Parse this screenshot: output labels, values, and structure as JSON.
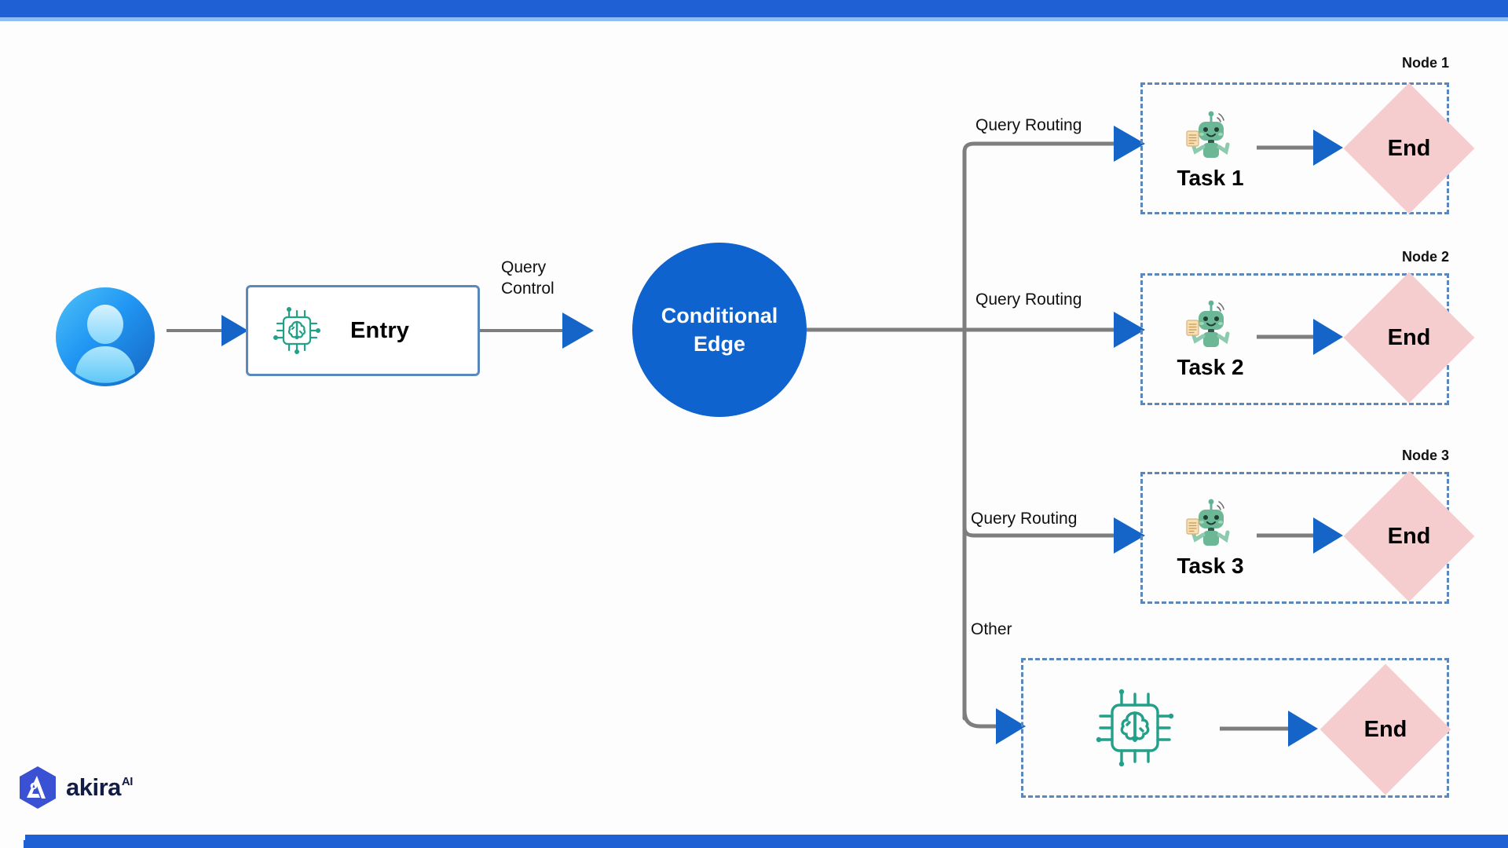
{
  "diagram": {
    "title": "Conditional Edge Query Routing Workflow",
    "colors": {
      "brand_blue": "#1f61d4",
      "brand_blue_light": "#8fbcf5",
      "node_circle_blue": "#0f63cf",
      "arrow_blue": "#1565c8",
      "dashed_border_blue": "#5a88bd",
      "solid_border_blue": "#5a88bd",
      "wire_gray": "#7e7e7e",
      "end_diamond_pink": "#f6cdce",
      "icon_teal": "#22a08a",
      "logo_navy": "#131c45",
      "logo_hex_blue": "#3b51d4"
    }
  },
  "start": {
    "avatar_icon": "user-avatar-icon"
  },
  "entry": {
    "label": "Entry",
    "icon": "ai-chip-brain-icon"
  },
  "conditional": {
    "line1": "Conditional",
    "line2": "Edge"
  },
  "edges": {
    "entry_to_conditional": "Query\nControl",
    "branch_labels": [
      "Query Routing",
      "Query Routing",
      "Query Routing",
      "Other"
    ]
  },
  "nodes": [
    {
      "title": "Node 1",
      "task_label": "Task 1",
      "task_icon": "robot-with-note-icon",
      "end_label": "End"
    },
    {
      "title": "Node 2",
      "task_label": "Task 2",
      "task_icon": "robot-with-note-icon",
      "end_label": "End"
    },
    {
      "title": "Node 3",
      "task_label": "Task 3",
      "task_icon": "robot-with-note-icon",
      "end_label": "End"
    },
    {
      "title": "",
      "task_label": "",
      "task_icon": "ai-chip-brain-icon",
      "end_label": "End"
    }
  ],
  "logo": {
    "name": "akira",
    "superscript": "AI",
    "mark_icon": "akira-hexagon-logo-icon"
  }
}
